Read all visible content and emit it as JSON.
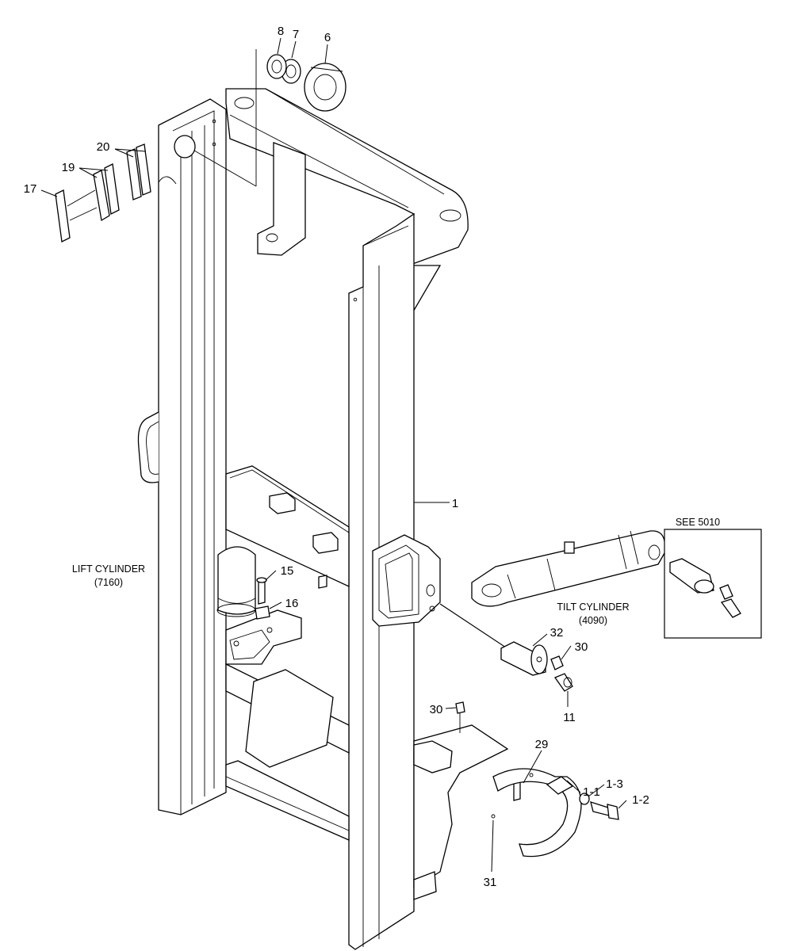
{
  "callouts": {
    "c8": "8",
    "c7": "7",
    "c6": "6",
    "c20": "20",
    "c19": "19",
    "c17": "17",
    "c1": "1",
    "c15": "15",
    "c16": "16",
    "c32": "32",
    "c30a": "30",
    "c11": "11",
    "c30b": "30",
    "c29": "29",
    "c1_1": "1-1",
    "c1_3": "1-3",
    "c1_2": "1-2",
    "c31": "31"
  },
  "captions": {
    "lift_cylinder": "LIFT CYLINDER",
    "lift_cylinder_ref": "(7160)",
    "tilt_cylinder": "TILT CYLINDER",
    "tilt_cylinder_ref": "(4090)",
    "see_ref": "SEE 5010"
  }
}
